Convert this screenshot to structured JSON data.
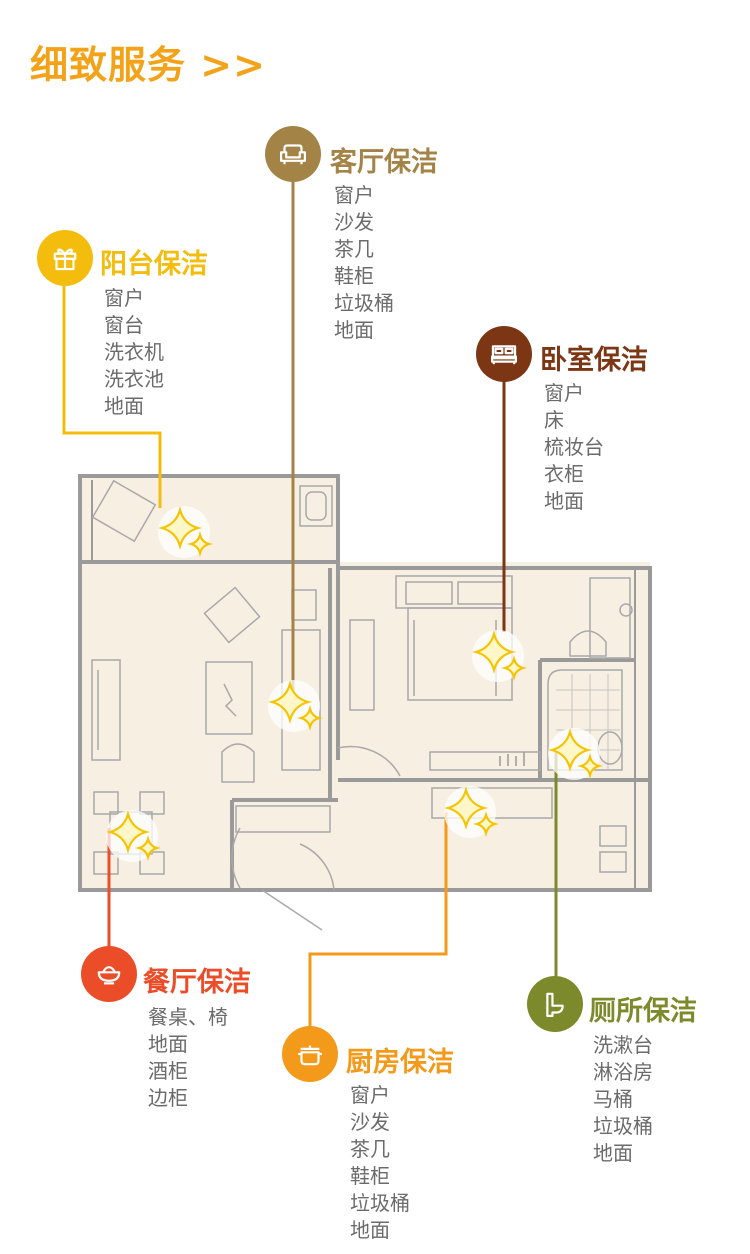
{
  "header": {
    "title": "细致服务 >>"
  },
  "colors": {
    "header": "#f3a31a",
    "living": "#a48346",
    "balcony": "#f4bc0d",
    "bedroom": "#7d3614",
    "dining": "#ea4d28",
    "kitchen": "#f39a1b",
    "bathroom": "#7d8a2b",
    "item_text": "#6b6b6b"
  },
  "rooms": {
    "living": {
      "title": "客厅保洁",
      "icon": "sofa-icon",
      "items": [
        "窗户",
        "沙发",
        "茶几",
        "鞋柜",
        "垃圾桶",
        "地面"
      ]
    },
    "balcony": {
      "title": "阳台保洁",
      "icon": "gift-box-icon",
      "items": [
        "窗户",
        "窗台",
        "洗衣机",
        "洗衣池",
        "地面"
      ]
    },
    "bedroom": {
      "title": "卧室保洁",
      "icon": "bed-icon",
      "items": [
        "窗户",
        "床",
        "梳妆台",
        "衣柜",
        "地面"
      ]
    },
    "dining": {
      "title": "餐厅保洁",
      "icon": "rice-bowl-icon",
      "items": [
        "餐桌、椅",
        "地面",
        "酒柜",
        "边柜"
      ]
    },
    "kitchen": {
      "title": "厨房保洁",
      "icon": "cooking-pot-icon",
      "items": [
        "窗户",
        "沙发",
        "茶几",
        "鞋柜",
        "垃圾桶",
        "地面"
      ]
    },
    "bathroom": {
      "title": "厕所保洁",
      "icon": "toilet-icon",
      "items": [
        "洗漱台",
        "淋浴房",
        "马桶",
        "垃圾桶",
        "地面"
      ]
    }
  }
}
